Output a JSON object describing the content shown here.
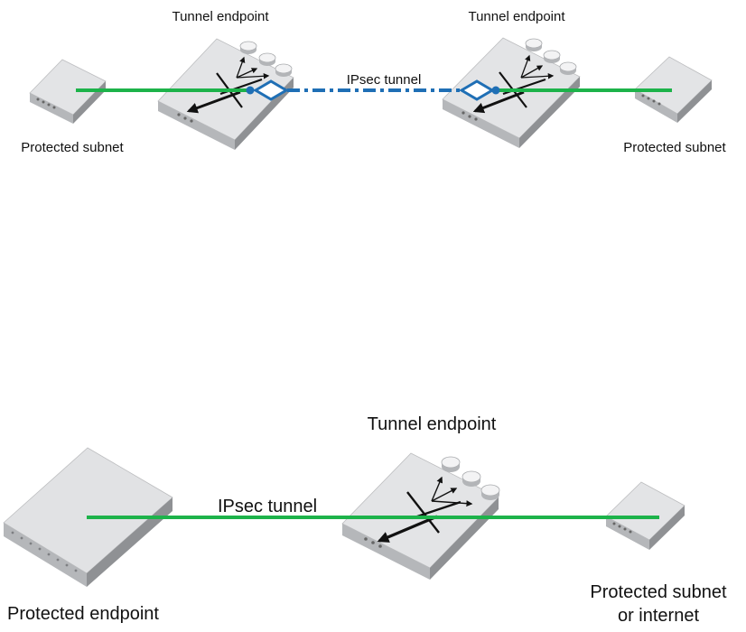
{
  "colors": {
    "protected_link": "#1db34a",
    "ipsec_link": "#1f6fb5",
    "device_top": "#e3e4e6",
    "device_side": "#9c9ea1",
    "device_front": "#b9bbbe",
    "arrow": "#111111"
  },
  "diagram_top": {
    "left_endpoint_label": "Tunnel endpoint",
    "right_endpoint_label": "Tunnel endpoint",
    "tunnel_label": "IPsec tunnel",
    "left_subnet_label": "Protected subnet",
    "right_subnet_label": "Protected subnet"
  },
  "diagram_bottom": {
    "endpoint_label": "Tunnel endpoint",
    "tunnel_label": "IPsec tunnel",
    "protected_endpoint_label": "Protected endpoint",
    "subnet_label_line1": "Protected subnet",
    "subnet_label_line2": "or internet"
  },
  "icons": [
    "router-icon",
    "switch-icon",
    "server-icon"
  ]
}
